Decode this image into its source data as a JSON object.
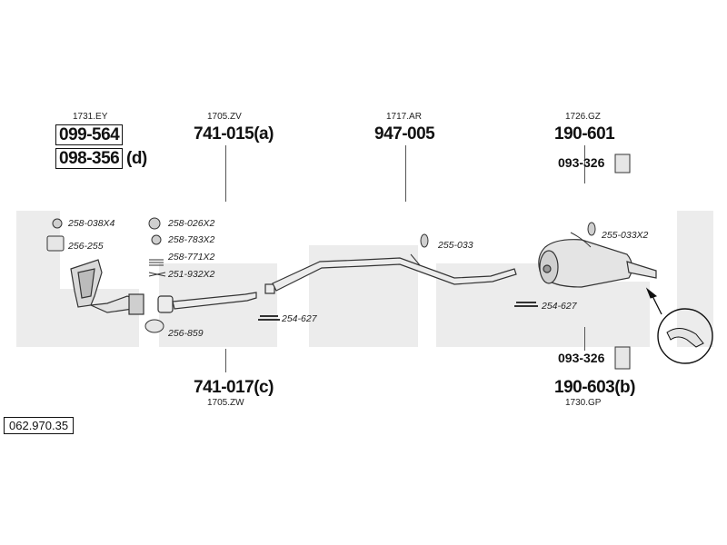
{
  "parts": {
    "cat_ref": "1731.EY",
    "cat_part_a": "099-564",
    "cat_part_b": "098-356",
    "cat_part_b_suffix": "(d)",
    "front_ref": "1705.ZV",
    "front_part": "741-015(a)",
    "mid_ref": "1717.AR",
    "mid_part": "947-005",
    "rear_top_ref": "1726.GZ",
    "rear_top_part": "190-601",
    "rear_top_bracket": "093-326",
    "front_low_part": "741-017(c)",
    "front_low_ref": "1705.ZW",
    "rear_low_bracket": "093-326",
    "rear_low_part": "190-603(b)",
    "rear_low_ref": "1730.GP"
  },
  "accessories": {
    "a1": "258-038X4",
    "a2": "256-255",
    "a3": "258-026X2",
    "a4": "258-783X2",
    "a5": "258-771X2",
    "a6": "251-932X2",
    "a7": "256-859",
    "a8": "254-627",
    "a9": "255-033",
    "a10": "255-033X2",
    "a11": "254-627"
  },
  "catalog_number": "062.970.35",
  "watermark": "bosal",
  "colors": {
    "watermark": "#ececec",
    "line": "#333333",
    "part_fill": "#d9d9d9"
  }
}
